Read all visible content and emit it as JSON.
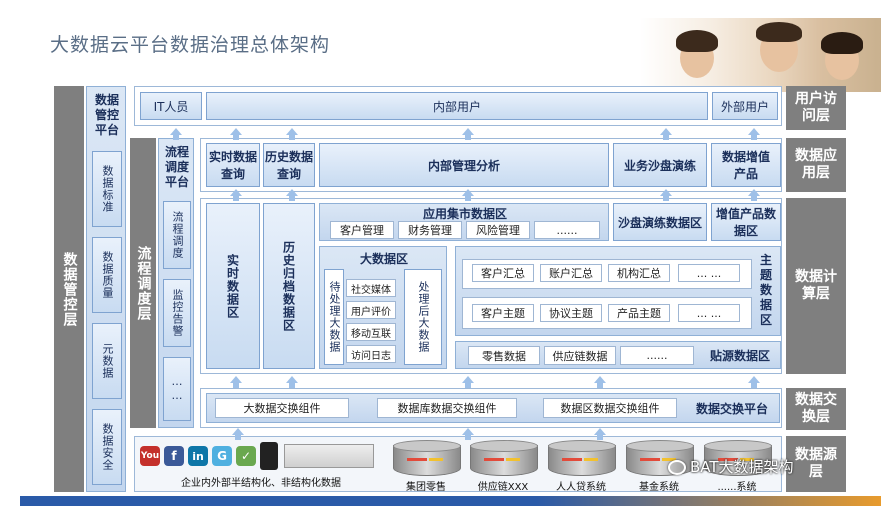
{
  "title": "大数据云平台数据治理总体架构",
  "left_band": {
    "label": "数据管控层"
  },
  "control_platform": {
    "title": "数据管控平台",
    "items": [
      "数据标准",
      "数据质量",
      "元数据",
      "数据安全"
    ]
  },
  "flow_band": {
    "label": "流程调度层"
  },
  "flow_platform": {
    "title": "流程调度平台",
    "items": [
      "流程调度",
      "监控告警",
      "……"
    ]
  },
  "layers": [
    "用户访问层",
    "数据应用层",
    "数据计算层",
    "数据交换层",
    "数据源层"
  ],
  "access": {
    "it_users": "IT人员",
    "internal_users": "内部用户",
    "external_users": "外部用户"
  },
  "apps": {
    "realtime_query": "实时数据查询",
    "history_query": "历史数据查询",
    "internal_analysis": "内部管理分析",
    "sandbox": "业务沙盘演练",
    "value_added": "数据增值产品"
  },
  "compute": {
    "realtime_zone": "实时数据区",
    "history_zone": "历史归档数据区",
    "mart": {
      "title": "应用集市数据区",
      "items": [
        "客户管理",
        "财务管理",
        "风险管理",
        "......"
      ]
    },
    "sandbox_zone": "沙盘演练数据区",
    "value_zone": "增值产品数据区",
    "bigdata": {
      "title": "大数据区",
      "pending_label": "待处理大数据",
      "pending_items": [
        "社交媒体",
        "用户评价",
        "移动互联",
        "访问日志"
      ],
      "processed_label": "处理后大数据"
    },
    "subject": {
      "title": "主题数据区",
      "row1": [
        "客户汇总",
        "账户汇总",
        "机构汇总",
        "... ..."
      ],
      "row2": [
        "客户主题",
        "协议主题",
        "产品主题",
        "... ..."
      ]
    },
    "source": {
      "title": "贴源数据区",
      "items": [
        "零售数据",
        "供应链数据",
        "......"
      ]
    }
  },
  "exchange": {
    "platform": "数据交换平台",
    "components": [
      "大数据交换组件",
      "数据库数据交换组件",
      "数据区数据交换组件"
    ]
  },
  "sources": {
    "unstructured": "企业内外部半结构化、非结构化数据",
    "systems": [
      "集团零售",
      "供应链XXX",
      "人人贷系统",
      "基金系统",
      "......系统"
    ]
  },
  "social_icons": [
    "You",
    "f",
    "in",
    "G",
    "✓"
  ],
  "watermark": "BAT大数据架构",
  "colors": {
    "gray": "#7f7f7f",
    "blue_light": "#c8dbf1",
    "blue_text": "#1b2f5a",
    "arrow": "#9ec0e8",
    "footer_blue": "#2a5aa8",
    "footer_orange": "#e89b2d"
  }
}
